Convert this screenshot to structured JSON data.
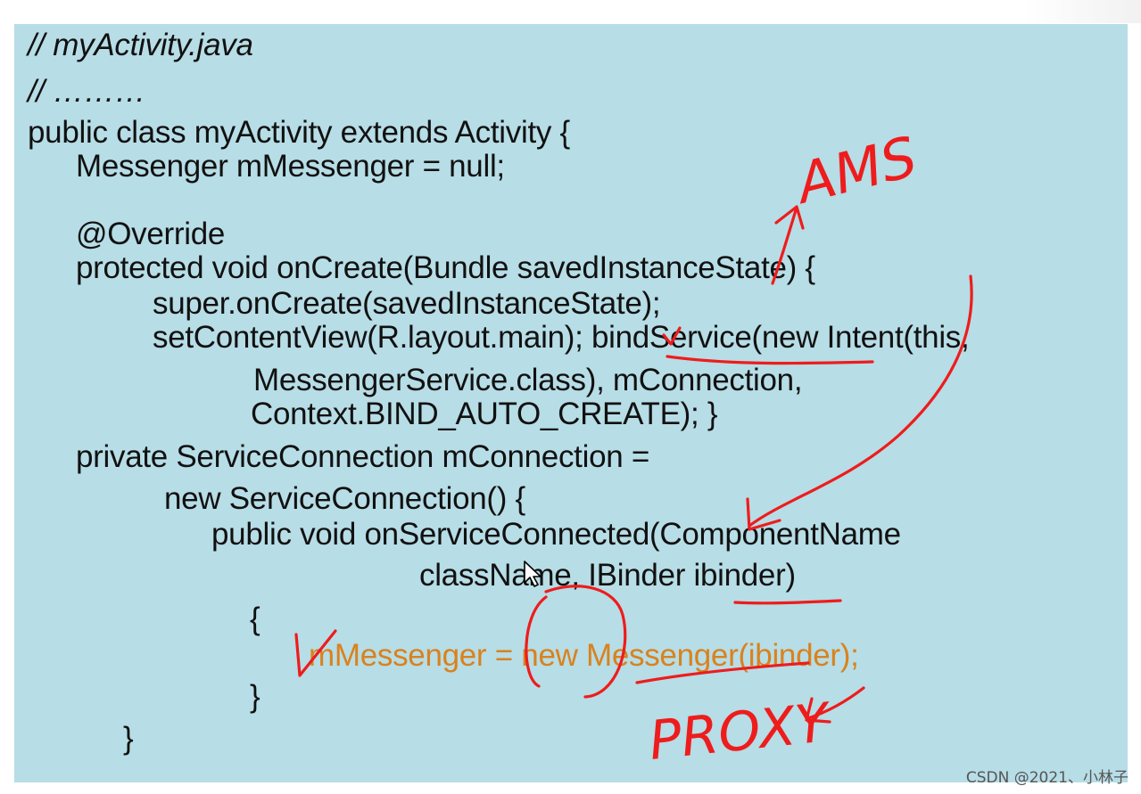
{
  "code": {
    "lines": [
      "// myActivity.java",
      "// ………",
      "public class myActivity extends Activity {",
      "Messenger mMessenger = null;",
      "@Override",
      "protected void onCreate(Bundle savedInstanceState) {",
      "super.onCreate(savedInstanceState);",
      "setContentView(R.layout.main); bindService(new Intent(this,",
      "MessengerService.class), mConnection,",
      "Context.BIND_AUTO_CREATE); }",
      "private ServiceConnection mConnection =",
      "new ServiceConnection() {",
      "public void onServiceConnected(ComponentName",
      "className, IBinder ibinder)",
      "{",
      "mMessenger = new Messenger(ibinder);",
      "}",
      "}"
    ]
  },
  "annotations": {
    "ams_label": "AMS",
    "proxy_label": "PROXY"
  },
  "watermark": "CSDN @2021、小林子",
  "colors": {
    "slide_background": "#b7dde6",
    "code_text": "#111111",
    "highlight_text": "#d9821e",
    "ink": "#ee1c1c"
  }
}
